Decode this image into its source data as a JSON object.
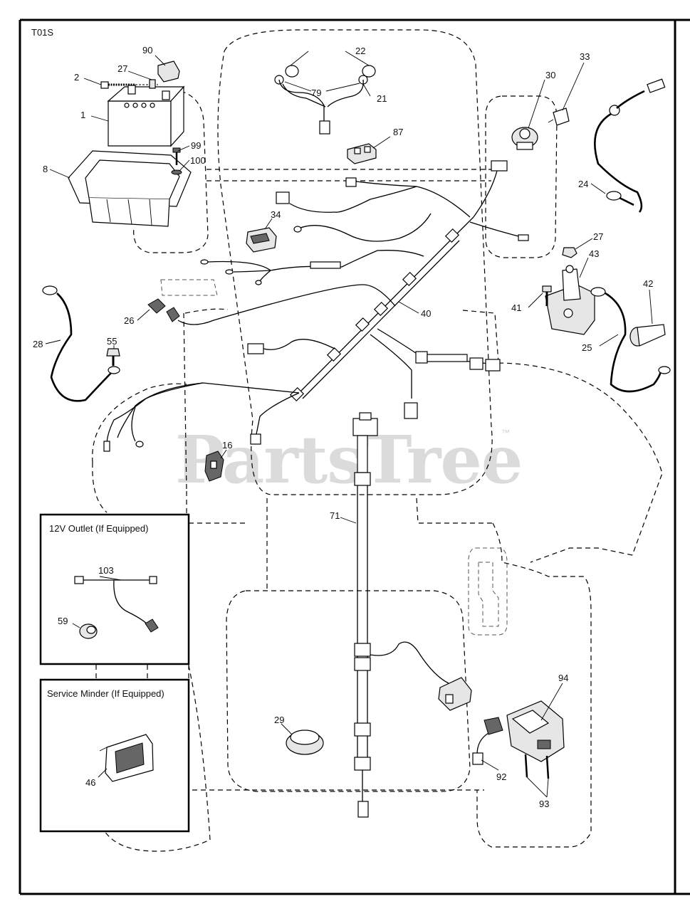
{
  "diagram_code": "T01S",
  "watermark": {
    "text": "PartsTree",
    "mark": "™"
  },
  "callouts": {
    "c1": "1",
    "c2": "2",
    "c8": "8",
    "c16": "16",
    "c21": "21",
    "c22": "22",
    "c24": "24",
    "c25": "25",
    "c26": "26",
    "c27a": "27",
    "c27b": "27",
    "c28": "28",
    "c29": "29",
    "c30": "30",
    "c33": "33",
    "c34": "34",
    "c40": "40",
    "c41": "41",
    "c42": "42",
    "c43": "43",
    "c46": "46",
    "c55": "55",
    "c59": "59",
    "c71": "71",
    "c79": "79",
    "c87": "87",
    "c90": "90",
    "c92": "92",
    "c93": "93",
    "c94": "94",
    "c99": "99",
    "c100": "100",
    "c103": "103"
  },
  "insets": {
    "outlet_title": "12V Outlet (If Equipped)",
    "service_title": "Service Minder (If Equipped)"
  }
}
